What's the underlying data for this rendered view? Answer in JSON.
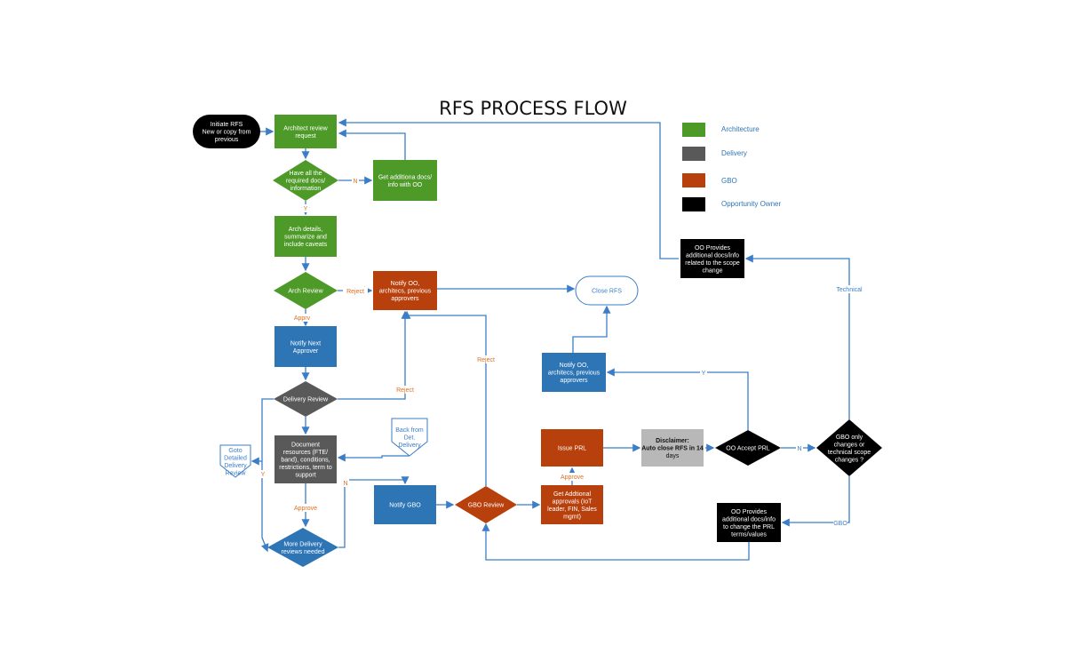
{
  "title": "RFS PROCESS FLOW",
  "colors": {
    "architecture": "#4e9a28",
    "delivery": "#595959",
    "gbo": "#b8400c",
    "owner": "#000000",
    "blue": "#2e75b6",
    "gray": "#b8b8b8",
    "arrow": "#3b7ec7",
    "label": "#e07020"
  },
  "legend": [
    {
      "label": "Architecture",
      "color": "#4e9a28"
    },
    {
      "label": "Delivery",
      "color": "#595959"
    },
    {
      "label": "GBO",
      "color": "#b8400c"
    },
    {
      "label": "Opportunity Owner",
      "color": "#000000"
    }
  ],
  "nodes": {
    "initiate": [
      "Initiate RFS",
      "New or copy from",
      "previous"
    ],
    "architect_review_request": [
      "Architect review",
      "request"
    ],
    "have_required_docs": [
      "Have all the",
      "required docs/",
      "information"
    ],
    "get_additional_docs": [
      "Get additiona docs/",
      "info with OO"
    ],
    "arch_details": [
      "Arch details,",
      "summarize and",
      "include caveats"
    ],
    "arch_review": [
      "Arch Review"
    ],
    "notify_oo_architects": [
      "Notify OO,",
      "architecs, previous",
      "approvers"
    ],
    "close_rfs": [
      "Close RFS"
    ],
    "notify_next_approver": [
      "Notify Next",
      "Approver"
    ],
    "delivery_review": [
      "Delivery Review"
    ],
    "goto_detailed_delivery": [
      "Goto",
      "Detailed",
      "Delivery",
      "Review"
    ],
    "document_resources": [
      "Document",
      "resources (FTE/",
      "band), conditions,",
      "restrictions, term to",
      "support"
    ],
    "back_from_det_delivery": [
      "Back from",
      "Det.",
      "Delivery"
    ],
    "more_delivery_reviews": [
      "More Delivery",
      "reviews needed"
    ],
    "notify_gbo": [
      "Notify GBO"
    ],
    "gbo_review": [
      "GBO Review"
    ],
    "issue_prl": [
      "Issue PRL"
    ],
    "get_additional_approvals": [
      "Get Addtional",
      "approvals (IoT",
      "leader, FIN, Sales",
      "mgmt)"
    ],
    "notify_oo_architects_2": [
      "Notify OO,",
      "architecs, previous",
      "approvers"
    ],
    "disclaimer": [
      "Disclaimer:",
      "Auto close RFS in 14",
      "days"
    ],
    "oo_accept_prl": [
      "OO Accept PRL"
    ],
    "gbo_only_changes": [
      "GBO only",
      "changes or",
      "technical scope",
      "changes ?"
    ],
    "oo_provides_scope": [
      "OO Provides",
      "additional docs/info",
      "related to the scope",
      "change"
    ],
    "oo_provides_prl": [
      "OO Provides",
      "additional docs/info",
      "to change the PRL",
      "terms/values"
    ]
  },
  "edge_labels": {
    "n_docs": "N",
    "y_docs": "Y",
    "reject_arch": "Reject",
    "approve_arch": "Apprv",
    "reject_delivery": "Reject",
    "reject_gbo": "Reject",
    "y_more": "Y",
    "n_more": "N",
    "approve_delivery": "Approve",
    "approve_prl": "Approve",
    "y_accept": "Y",
    "n_accept": "N",
    "technical": "Technical",
    "gbo": "GBO"
  }
}
